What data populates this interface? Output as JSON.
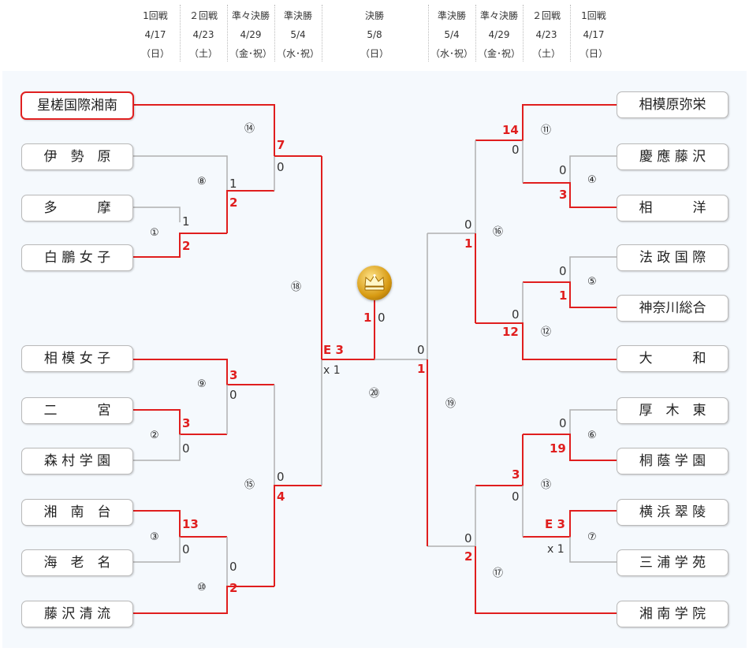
{
  "header": {
    "rounds": [
      {
        "name": "1回戦",
        "date": "4/17",
        "day": "（日）"
      },
      {
        "name": "２回戦",
        "date": "4/23",
        "day": "（土）"
      },
      {
        "name": "準々決勝",
        "date": "4/29",
        "day": "（金･祝）"
      },
      {
        "name": "準決勝",
        "date": "5/4",
        "day": "（水･祝）"
      },
      {
        "name": "決勝",
        "date": "5/8",
        "day": "（日）"
      },
      {
        "name": "準決勝",
        "date": "5/4",
        "day": "（水･祝）"
      },
      {
        "name": "準々決勝",
        "date": "4/29",
        "day": "（金･祝）"
      },
      {
        "name": "２回戦",
        "date": "4/23",
        "day": "（土）"
      },
      {
        "name": "1回戦",
        "date": "4/17",
        "day": "（日）"
      }
    ]
  },
  "teams_left": [
    "星槎国際湘南",
    "伊　勢　原",
    "多　　　摩",
    "白 鵬 女 子",
    "相 模 女 子",
    "二　　　宮",
    "森 村 学 園",
    "湘　南　台",
    "海　老　名",
    "藤 沢 清 流"
  ],
  "teams_right": [
    "相模原弥栄",
    "慶 應 藤 沢",
    "相　　　洋",
    "法 政 国 際",
    "神奈川総合",
    "大　　　和",
    "厚　木　東",
    "桐 蔭 学 園",
    "横 浜 翠 陵",
    "三 浦 学 苑",
    "湘 南 学 院"
  ],
  "games": {
    "g1": "①",
    "g2": "②",
    "g3": "③",
    "g4": "④",
    "g5": "⑤",
    "g6": "⑥",
    "g7": "⑦",
    "g8": "⑧",
    "g9": "⑨",
    "g10": "⑩",
    "g11": "⑪",
    "g12": "⑫",
    "g13": "⑬",
    "g14": "⑭",
    "g15": "⑮",
    "g16": "⑯",
    "g17": "⑰",
    "g18": "⑱",
    "g19": "⑲",
    "g20": "⑳"
  },
  "scores": {
    "l_g1_top": "1",
    "l_g1_bot": "2",
    "l_g8_top": "1",
    "l_g8_bot": "2",
    "l_g14_top": "7",
    "l_g14_bot": "0",
    "l_g2_top": "3",
    "l_g2_bot": "0",
    "l_g9_top": "3",
    "l_g9_bot": "0",
    "l_g3_top": "13",
    "l_g3_bot": "0",
    "l_g10_top": "0",
    "l_g10_bot": "2",
    "l_g15_top": "0",
    "l_g15_bot": "4",
    "l_g18_top": "E 3",
    "l_g18_bot": "x 1",
    "final_left": "1",
    "final_right": "0",
    "r_g11_top": "14",
    "r_g11_bot": "0",
    "r_g4_top": "0",
    "r_g4_bot": "3",
    "r_g5_top": "0",
    "r_g5_bot": "1",
    "r_g12_top": "0",
    "r_g12_bot": "12",
    "r_g16_top": "0",
    "r_g16_bot": "1",
    "r_g6_top": "0",
    "r_g6_bot": "19",
    "r_g7_top": "E 3",
    "r_g7_bot": "x 1",
    "r_g13_top": "3",
    "r_g13_bot": "0",
    "r_g17_top": "0",
    "r_g17_bot": "2",
    "r_g19_top": "0",
    "r_g19_bot": "1"
  },
  "colors": {
    "win_line": "#e01e1e",
    "lose_line": "#b0b0b0",
    "panel_bg": "#f5f9fd",
    "win_text": "#e01e1e"
  },
  "icons": {
    "trophy": "crown-trophy-icon"
  }
}
